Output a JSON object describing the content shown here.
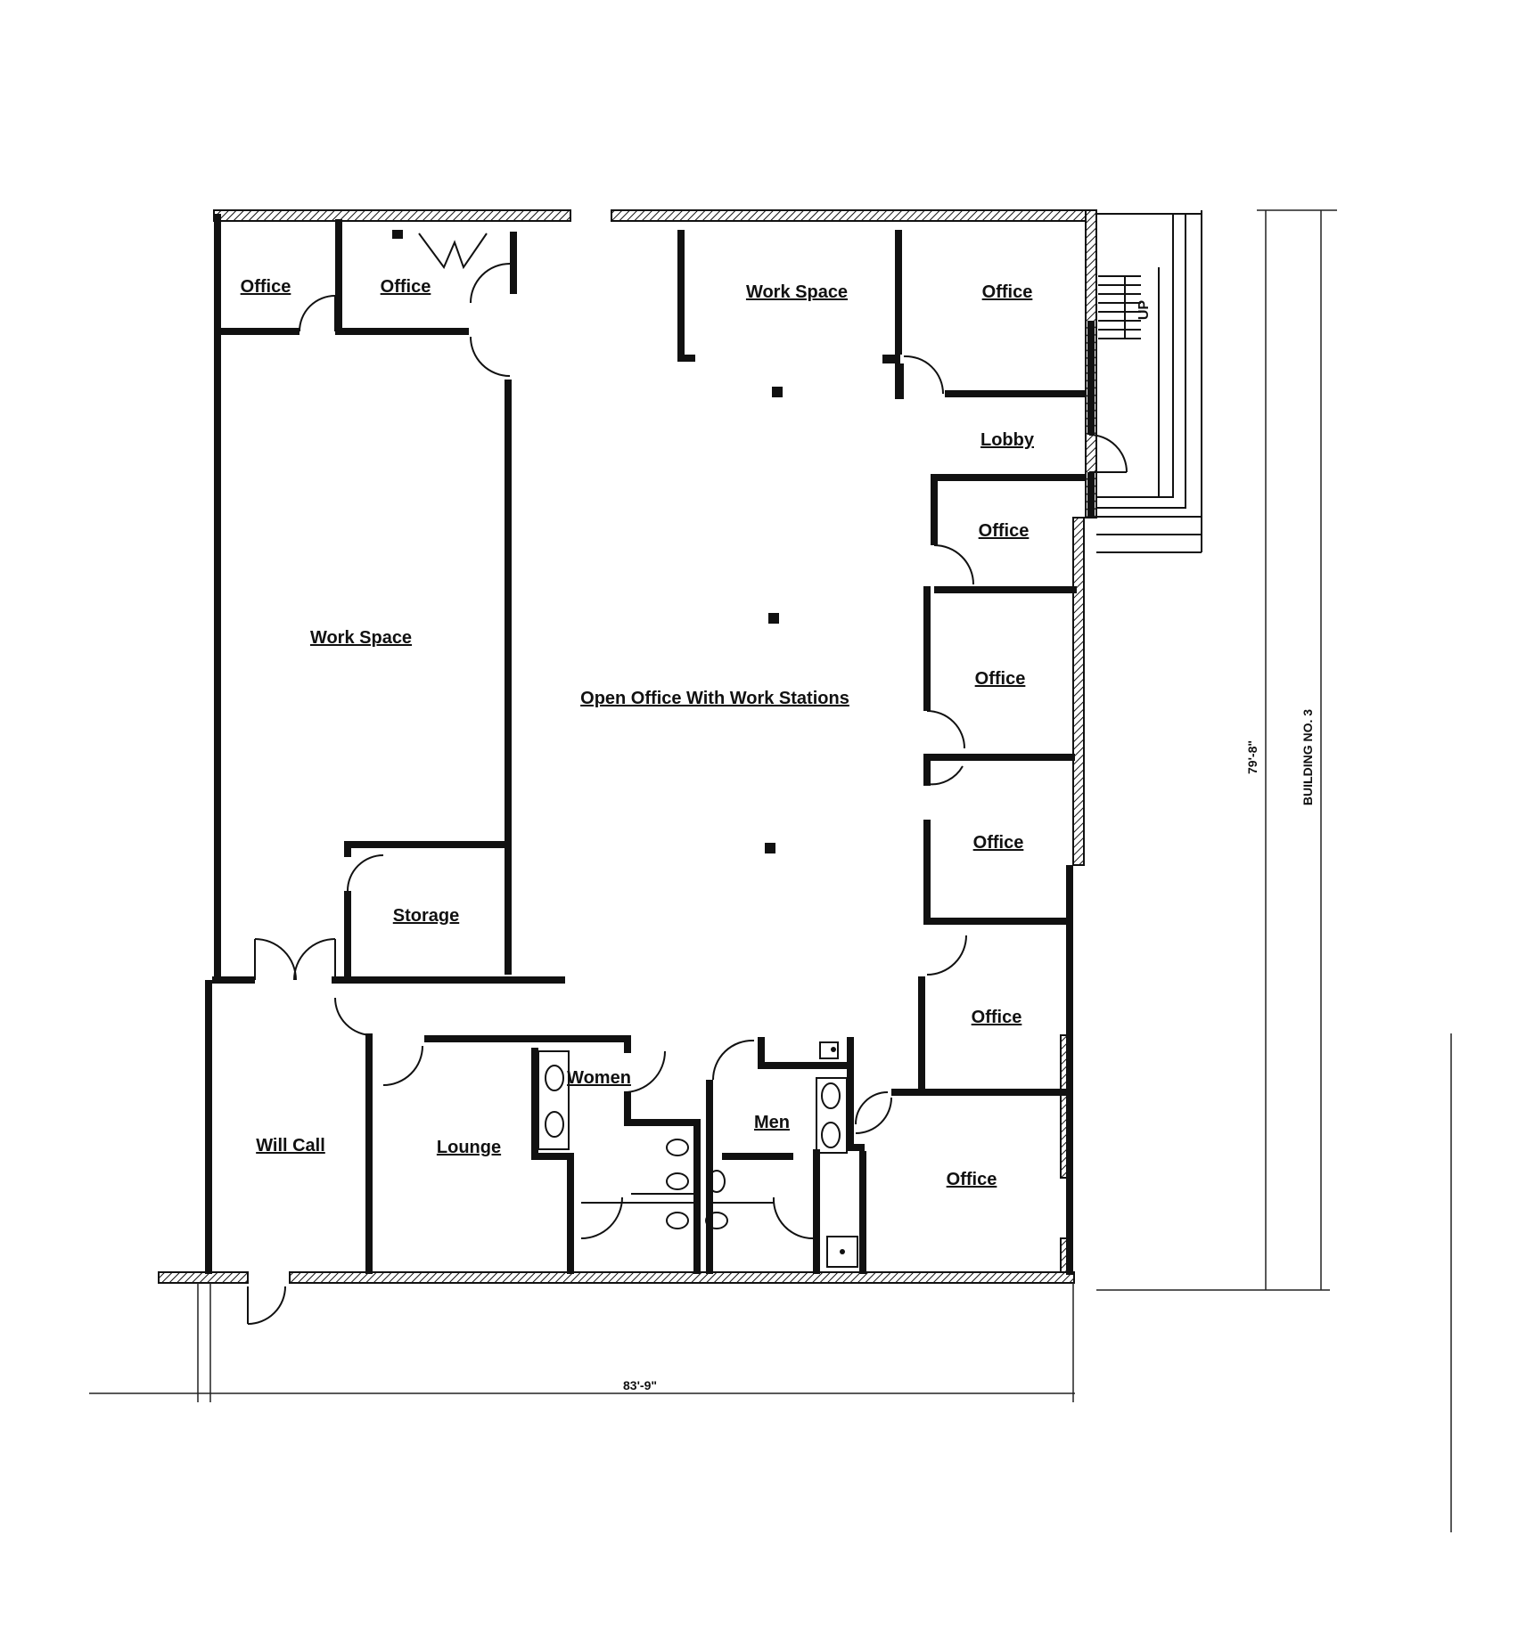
{
  "rooms": {
    "office_nw1": "Office",
    "office_nw2": "Office",
    "work_space_top": "Work Space",
    "office_ne": "Office",
    "lobby": "Lobby",
    "office_e1": "Office",
    "work_space_west": "Work Space",
    "open_office": "Open Office With Work Stations",
    "office_e2": "Office",
    "office_e3": "Office",
    "storage": "Storage",
    "office_e4": "Office",
    "women": "Women",
    "men": "Men",
    "will_call": "Will Call",
    "lounge": "Lounge",
    "office_se": "Office"
  },
  "stair_label": "UP",
  "dimensions": {
    "width": "83'-9\"",
    "height": "79'-8\"",
    "adjacent": "BUILDING NO. 3"
  }
}
